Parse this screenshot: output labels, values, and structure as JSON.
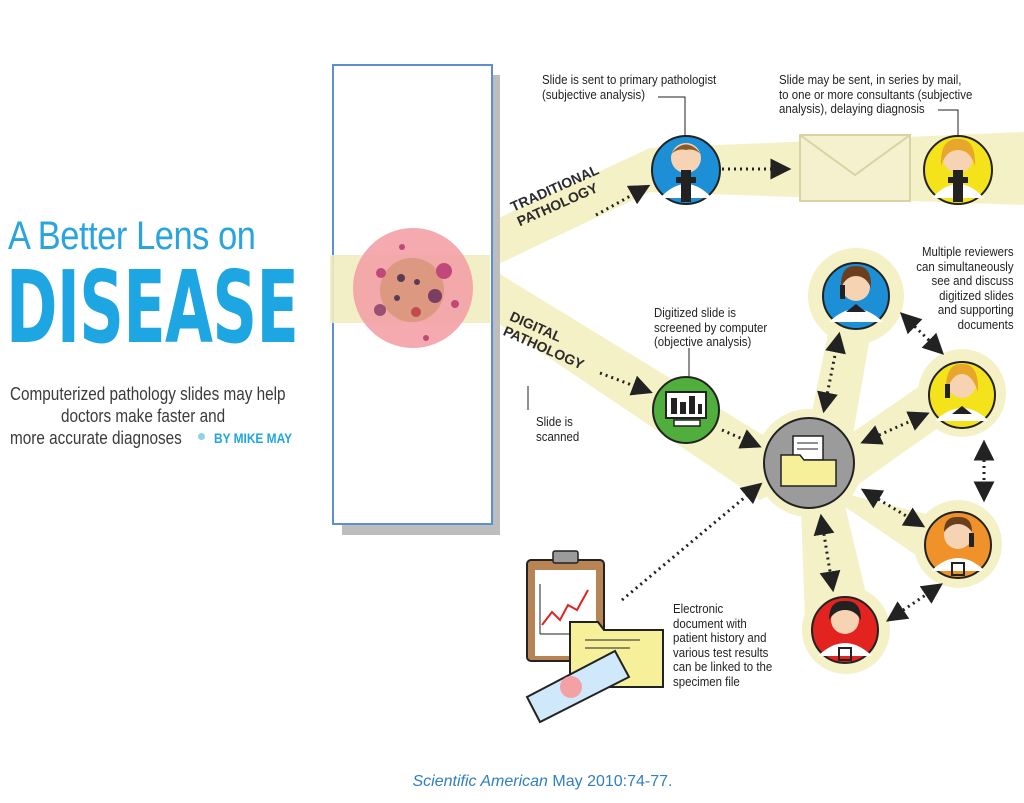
{
  "header": {
    "title_line1": "A Better Lens on",
    "title_line2": "DISEASE",
    "subtitle_line1": "Computerized pathology slides may help",
    "subtitle_line2": "doctors make faster and",
    "subtitle_line3": "more accurate diagnoses",
    "byline": "BY MIKE MAY"
  },
  "diagram": {
    "branch_traditional_line1": "TRADITIONAL",
    "branch_traditional_line2": "PATHOLOGY",
    "branch_digital_line1": "DIGITAL",
    "branch_digital_line2": "PATHOLOGY",
    "label_primary_line1": "Slide is sent to primary pathologist",
    "label_primary_line2": "(subjective analysis)",
    "label_mail_line1": "Slide may be sent, in series by mail,",
    "label_mail_line2": "to one or more consultants (subjective",
    "label_mail_line3": "analysis), delaying diagnosis",
    "label_digitized_line1": "Digitized slide is",
    "label_digitized_line2": "screened by computer",
    "label_digitized_line3": "(objective analysis)",
    "label_scanned_line1": "Slide is",
    "label_scanned_line2": "scanned",
    "label_reviewers_line1": "Multiple reviewers",
    "label_reviewers_line2": "can simultaneously",
    "label_reviewers_line3": "see and discuss",
    "label_reviewers_line4": "digitized slides",
    "label_reviewers_line5": "and supporting",
    "label_reviewers_line6": "documents",
    "label_document_line1": "Electronic",
    "label_document_line2": "document with",
    "label_document_line3": "patient history and",
    "label_document_line4": "various test results",
    "label_document_line5": "can be linked to the",
    "label_document_line6": "specimen file"
  },
  "footer": {
    "citation_journal": "Scientific American",
    "citation_rest": " May 2010:74-77."
  },
  "colors": {
    "accent_blue": "#1ea6e3",
    "band_yellow": "#f4f0c4",
    "node_blue": "#1c8fd6",
    "node_yellow": "#f4e21a",
    "node_green": "#4fae3c",
    "node_orange": "#f0922a",
    "node_red": "#e2231f",
    "node_grey": "#9b9b9b"
  }
}
